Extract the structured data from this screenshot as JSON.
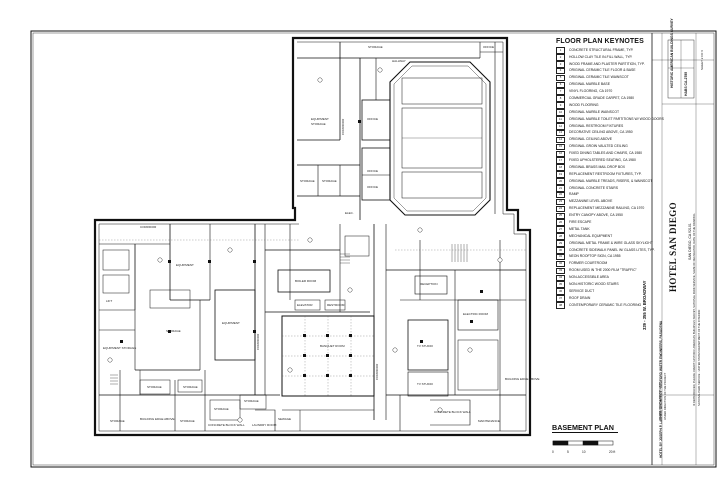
{
  "keynotes": {
    "title": "FLOOR PLAN KEYNOTES",
    "items": [
      {
        "num": "1",
        "text": "CONCRETE STRUCTURAL FRAME, TYP."
      },
      {
        "num": "2",
        "text": "HOLLOW CLAY TILE IN-FILL WALL, TYP."
      },
      {
        "num": "3",
        "text": "WOOD FRAME AND PLASTER PARTITION, TYP."
      },
      {
        "num": "4",
        "text": "ORIGINAL CERAMIC TILE FLOOR & BASE"
      },
      {
        "num": "5",
        "text": "ORIGINAL CERAMIC TILE WAINSCOT"
      },
      {
        "num": "6",
        "text": "ORIGINAL MARBLE BASE"
      },
      {
        "num": "7",
        "text": "VINYL FLOORING, CA 1970"
      },
      {
        "num": "8",
        "text": "COMMERCIAL GRADE CARPET, CA 1980"
      },
      {
        "num": "9",
        "text": "WOOD FLOORING"
      },
      {
        "num": "10",
        "text": "ORIGINAL MARBLE WAINSCOT"
      },
      {
        "num": "11",
        "text": "ORIGINAL MARBLE TOILET PARTITIONS W/ WOOD DOORS"
      },
      {
        "num": "12",
        "text": "ORIGINAL RESTROOM FIXTURES"
      },
      {
        "num": "13",
        "text": "DECORATIVE CEILING ABOVE, CA 1950"
      },
      {
        "num": "14",
        "text": "ORIGINAL CEILING ABOVE"
      },
      {
        "num": "15",
        "text": "ORIGINAL GROIN VAULTED CEILING"
      },
      {
        "num": "16",
        "text": "FIXED DINING TABLES AND CHAIRS, CA 1980"
      },
      {
        "num": "17",
        "text": "FIXED UPHOLSTERED SEATING, CA 1980"
      },
      {
        "num": "18",
        "text": "ORIGINAL BRASS MAIL DROP BOX"
      },
      {
        "num": "19",
        "text": "REPLACEMENT RESTROOM FIXTURES, TYP."
      },
      {
        "num": "20",
        "text": "ORIGINAL MARBLE TREADS, RISERS, & WAINSCOT"
      },
      {
        "num": "21",
        "text": "ORIGINAL CONCRETE STAIRS"
      },
      {
        "num": "22",
        "text": "RAMP"
      },
      {
        "num": "23",
        "text": "MEZZANINE LEVEL ABOVE"
      },
      {
        "num": "24",
        "text": "REPLACEMENT MEZZANINE RAILING, CA 1970"
      },
      {
        "num": "25",
        "text": "ENTRY CANOPY ABOVE, CA 1950"
      },
      {
        "num": "26",
        "text": "FIRE ESCAPE"
      },
      {
        "num": "27",
        "text": "METAL TANK"
      },
      {
        "num": "28",
        "text": "MECHANICAL EQUIPMENT"
      },
      {
        "num": "29",
        "text": "ORIGINAL METAL FRAME & WIRE GLASS SKYLIGHT"
      },
      {
        "num": "30",
        "text": "CONCRETE SIDEWALK PANEL W/ GLASS LITES, TYP."
      },
      {
        "num": "31",
        "text": "NEON ROOFTOP SIGN, CA 1955"
      },
      {
        "num": "32",
        "text": "FORMER COURTROOM"
      },
      {
        "num": "33",
        "text": "ROOM USED IN THE 2000 FILM \"TRAFFIC\""
      },
      {
        "num": "34",
        "text": "NON-ACCESSIBLE AREA"
      },
      {
        "num": "35",
        "text": "NON-HISTORIC WOOD STAIRS"
      },
      {
        "num": "36",
        "text": "SERVICE DUCT"
      },
      {
        "num": "37",
        "text": "ROOF DRAIN"
      },
      {
        "num": "38",
        "text": "CONTEMPORARY CERAMIC TILE FLOORING"
      }
    ]
  },
  "plan": {
    "title": "BASEMENT PLAN",
    "scale_ticks": [
      "0",
      "5",
      "10",
      "20 ft"
    ]
  },
  "room_labels": {
    "storage": "STORAGE",
    "office": "OFFICE",
    "hallway": "HALLWAY",
    "equipment": "EQUIPMENT",
    "equipment_storage": "EQUIPMENT STORAGE",
    "corridor": "CORRIDOR",
    "elec": "ELEC.",
    "boiler_room": "BOILER ROOM",
    "elevator": "ELEVATOR",
    "restroom": "RESTROOM",
    "banquet_room": "BANQUET ROOM",
    "reception": "RECEPTION",
    "electric_room": "ELECTRIC ROOM",
    "tv_studio": "TV STUDIO",
    "maintenance": "MAINTENANCE",
    "laundry_room": "LAUNDRY ROOM",
    "sewage": "SEWAGE",
    "concrete_block_wall": "CONCRETE BLOCK WALL",
    "building_edge_above": "BUILDING EDGE ABOVE",
    "building_edge_above_short": "BUILDING EDGE ABOVE",
    "lift": "LIFT"
  },
  "title_block": {
    "hotel_name": "HOTEL SAN DIEGO",
    "city": "SAN DIEGO, CA 92101",
    "address": "339 - 355 W. BROADWAY",
    "survey_org": "HISTORIC AMERICAN BUILDINGS SURVEY",
    "survey_num": "HABS CA-2785",
    "sheet": "SHEET 2 OF 6",
    "credit": "HOTEL BY JOSEPH P. LASHER, ARCHITECT · BEDFORD WATER ENGINEERS, PASADENA",
    "drawn_by": "DRAWN BY: KNA ARCHITECTS",
    "drawn_by2": "UNDER DIRECTION OF THE PROJECT",
    "notes1": "IF REPRODUCED, PLEASE CREDIT: HISTORIC AMERICAN BUILDINGS SURVEY, NATIONAL PARK SERVICE, NAME OF DELINEATOR, DATE OF THE DRAWING",
    "notes2": "NATIONAL PARK SERVICE · UNITED STATES DEPARTMENT OF THE INTERIOR"
  }
}
